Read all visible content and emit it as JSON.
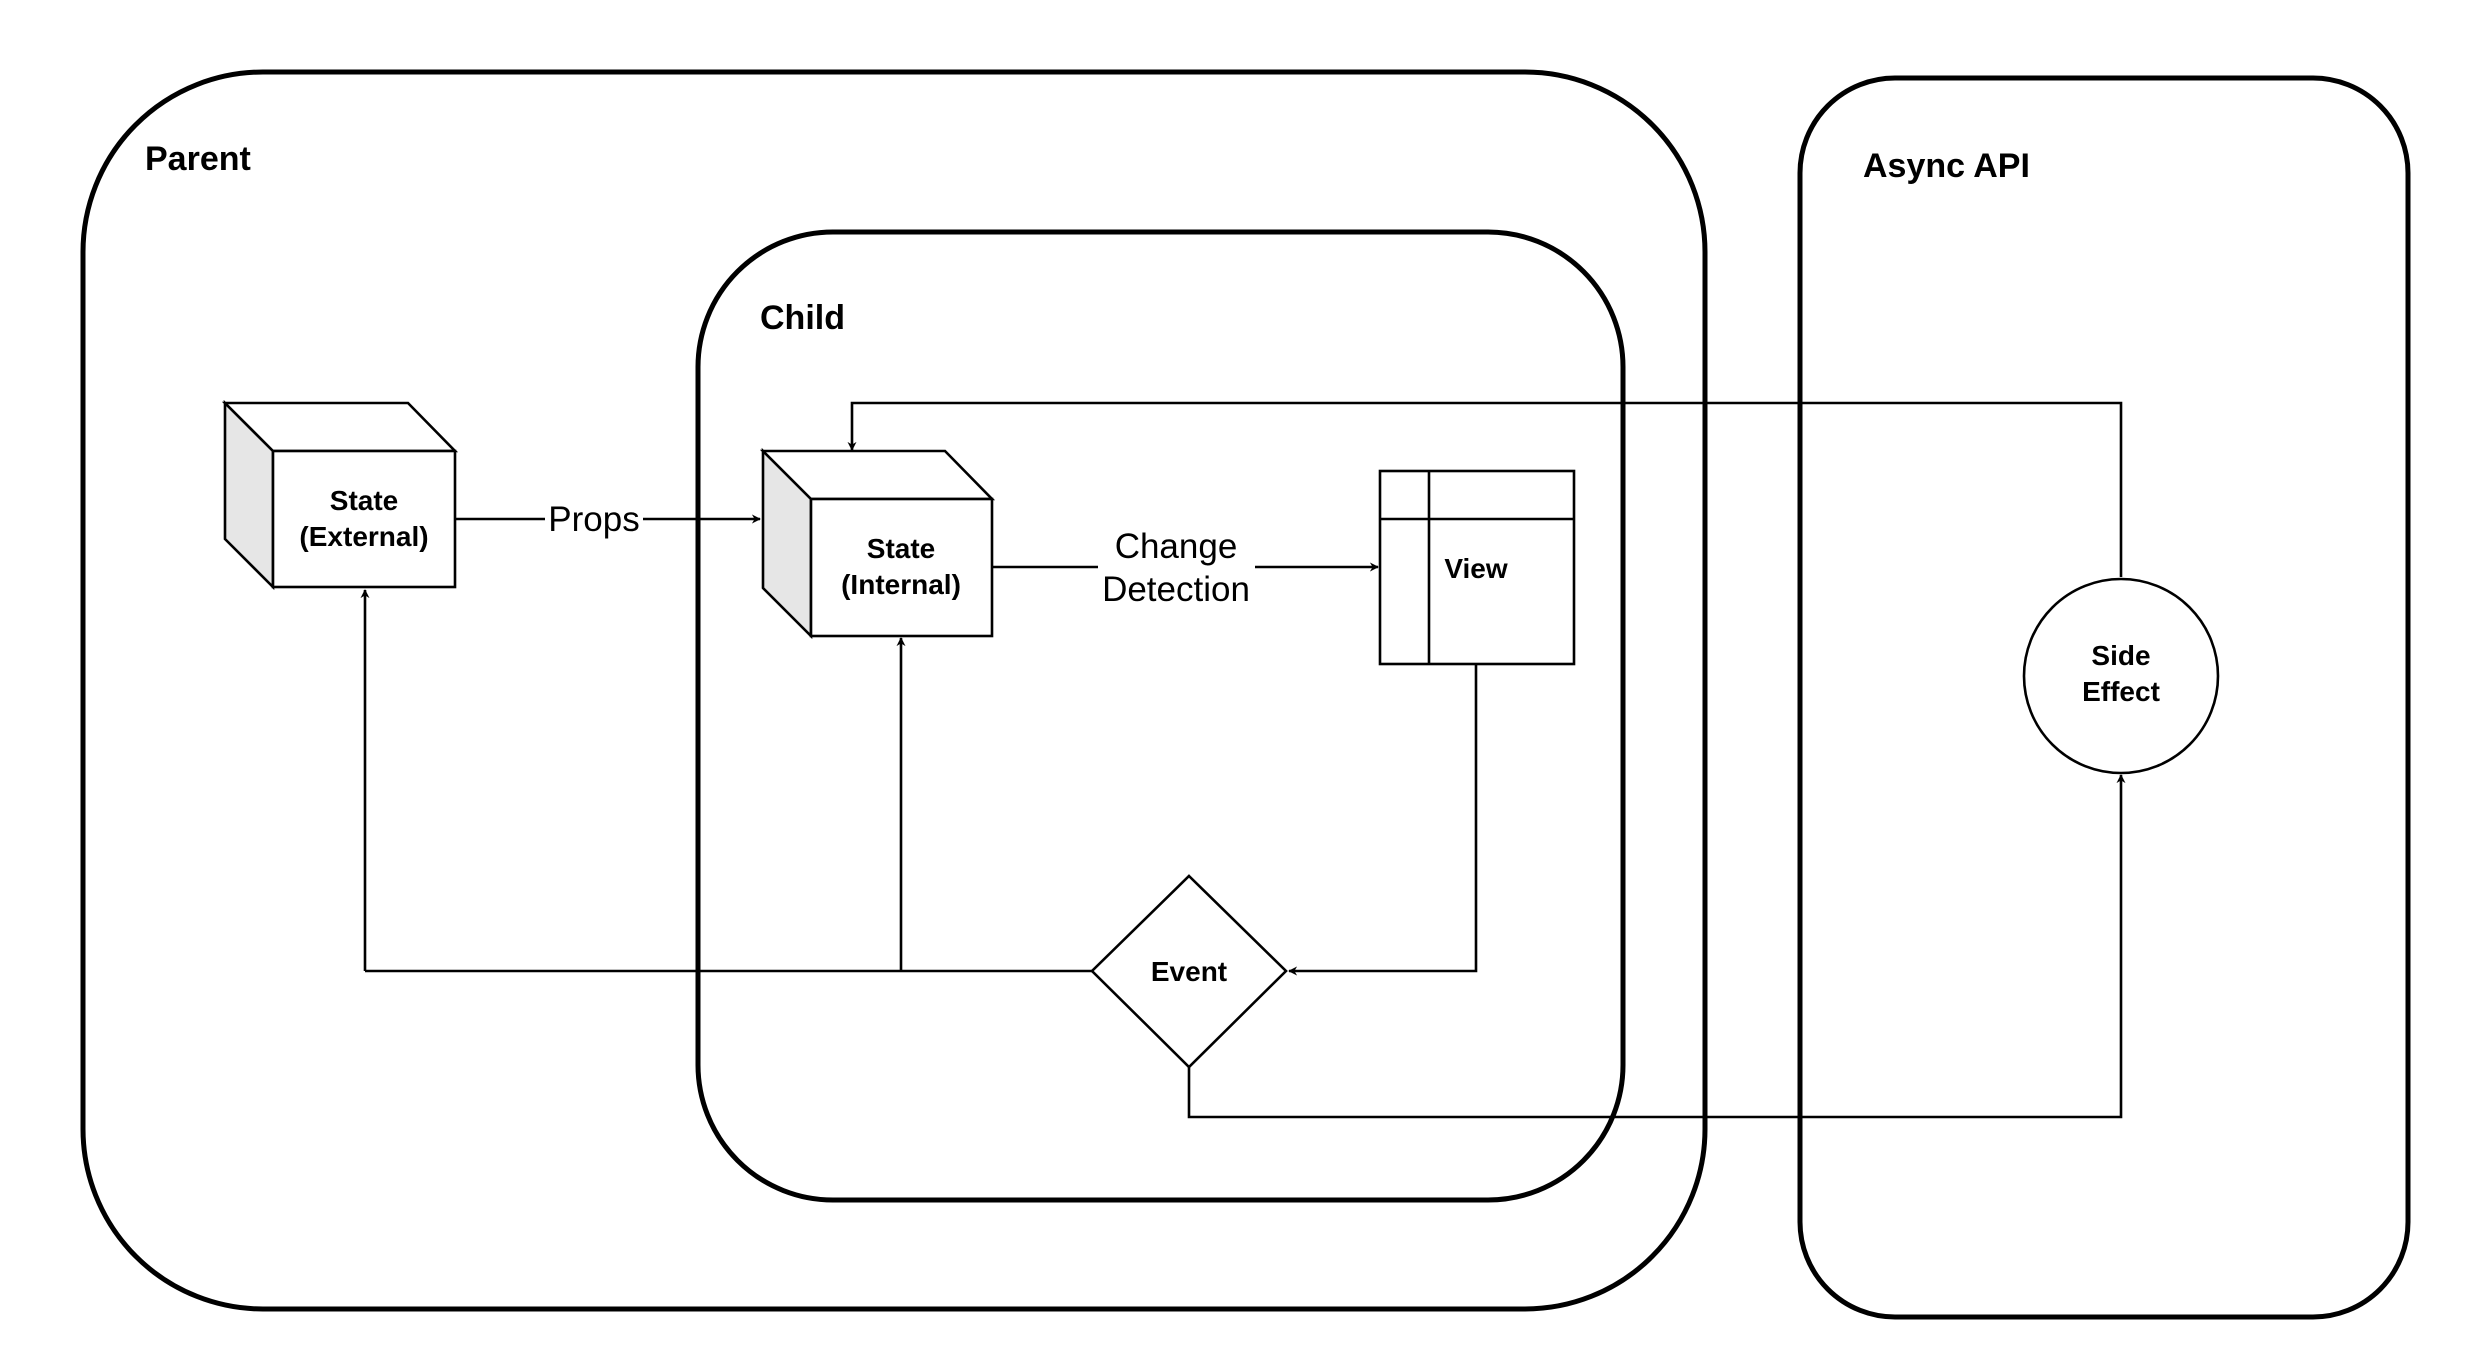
{
  "containers": {
    "parent": "Parent",
    "child": "Child",
    "async": "Async API"
  },
  "nodes": {
    "state_external": [
      "State",
      "(External)"
    ],
    "state_internal": [
      "State",
      "(Internal)"
    ],
    "view": "View",
    "event": "Event",
    "side_effect": [
      "Side",
      "Effect"
    ]
  },
  "edges": {
    "props": "Props",
    "change_detection": [
      "Change",
      "Detection"
    ]
  },
  "colors": {
    "stroke": "#000000",
    "fill": "#ffffff",
    "cube_side": "#e6e6e6"
  }
}
